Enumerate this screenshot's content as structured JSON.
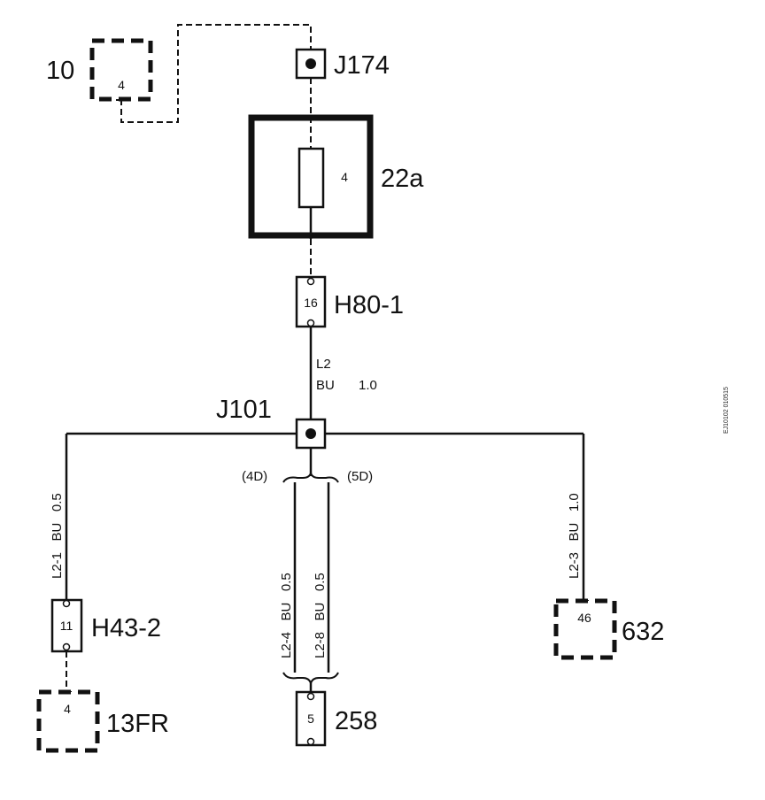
{
  "diagram": {
    "components": {
      "c10": {
        "label": "10",
        "pin": "4"
      },
      "j174": {
        "label": "J174"
      },
      "fuse": {
        "label": "22a",
        "pin": "4"
      },
      "h80": {
        "label": "H80-1",
        "pin": "16"
      },
      "j101": {
        "label": "J101"
      },
      "h43": {
        "label": "H43-2",
        "pin": "11"
      },
      "c13fr": {
        "label": "13FR",
        "pin": "4"
      },
      "c258": {
        "label": "258",
        "pin": "5"
      },
      "c632": {
        "label": "632",
        "pin": "46"
      }
    },
    "wires": {
      "main": {
        "id": "L2",
        "color": "BU",
        "size": "1.0"
      },
      "left": {
        "text": "L2-1   BU   0.5"
      },
      "right": {
        "text": "L2-3   BU   1.0"
      },
      "center_left": {
        "text": "L2-4   BU   0.5"
      },
      "center_right": {
        "text": "L2-8   BU   0.5"
      }
    },
    "variants": {
      "left": "(4D)",
      "right": "(5D)"
    },
    "figure_id": "EJ10102 010515"
  }
}
